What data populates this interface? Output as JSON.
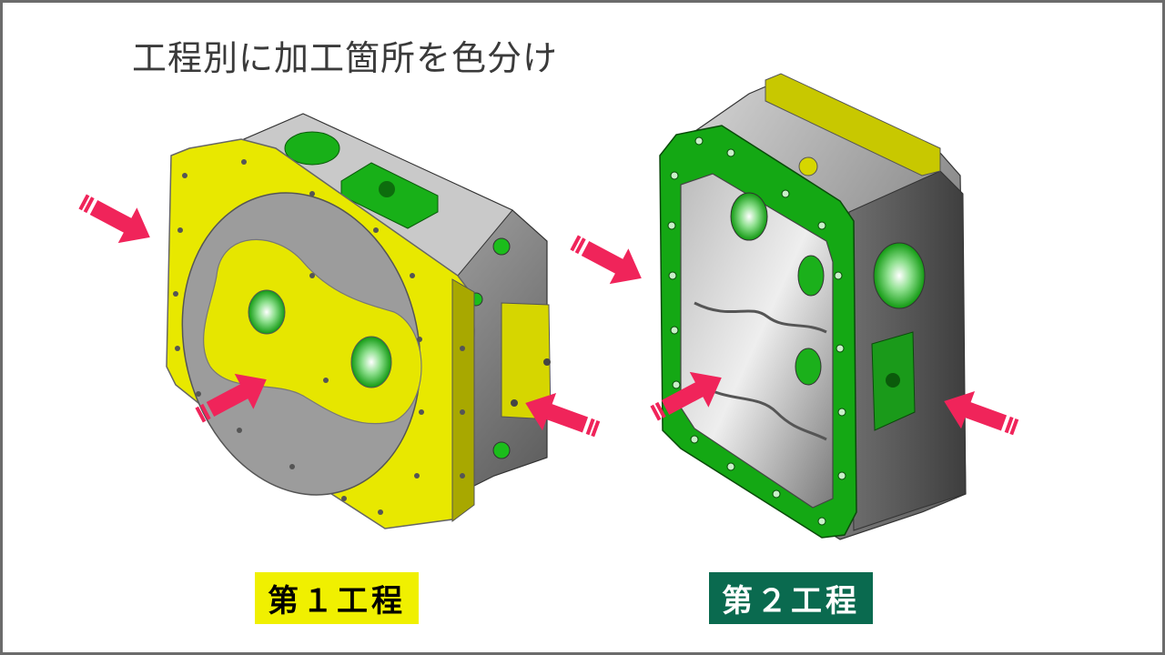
{
  "slide": {
    "title": "工程別に加工箇所を色分け"
  },
  "process_1": {
    "label": "第１工程",
    "label_color": "#f0f000",
    "machined_color": "#e6e600"
  },
  "process_2": {
    "label": "第２工程",
    "label_color": "#0a6a4f",
    "machined_color": "#14a814"
  },
  "colors": {
    "arrow": "#f0245a",
    "casting_gray": "#8c8c8c",
    "background": "#ffffff",
    "frame": "#6b6b6b"
  },
  "icons": [
    "arrow-icon"
  ]
}
